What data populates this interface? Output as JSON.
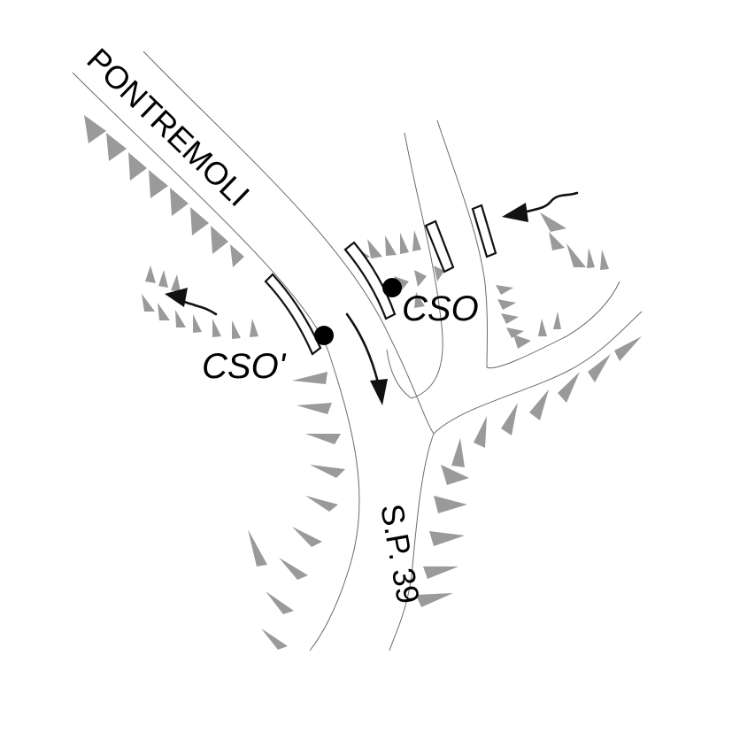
{
  "roads": {
    "main": "PONTREMOLI",
    "secondary": "S.P. 39"
  },
  "points": {
    "cso": "CSO",
    "cso_prime": "CSO'"
  },
  "colors": {
    "road_edge": "#6b6b6b",
    "slope_teeth": "#9a9a9a",
    "ink": "#000000"
  }
}
